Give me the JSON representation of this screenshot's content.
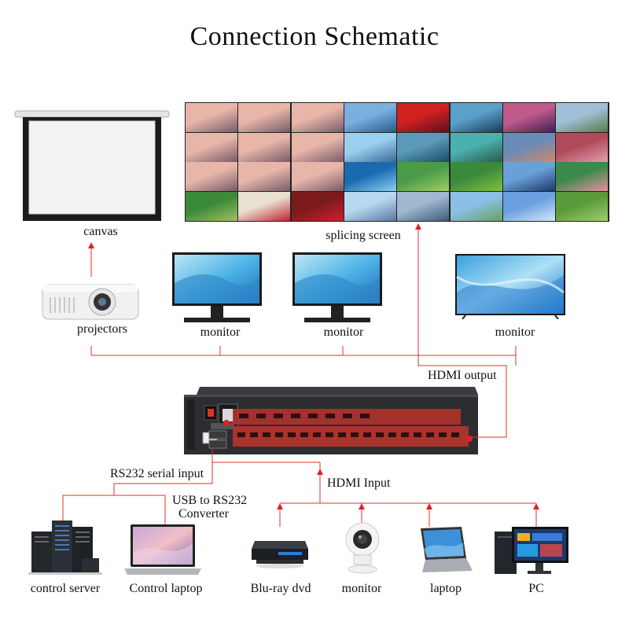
{
  "title": "Connection Schematic",
  "labels": {
    "canvas": "canvas",
    "splicing_screen": "splicing screen",
    "projectors": "projectors",
    "monitor_1": "monitor",
    "monitor_2": "monitor",
    "monitor_3": "monitor",
    "hdmi_output": "HDMI output",
    "rs232_input": "RS232 serial input",
    "usb_converter_line1": "USB to RS232",
    "usb_converter_line2": "Converter",
    "hdmi_input": "HDMI Input",
    "control_server": "control server",
    "control_laptop": "Control laptop",
    "bluray": "Blu-ray dvd",
    "monitor_camera": "monitor",
    "laptop": "laptop",
    "pc": "PC"
  },
  "colors": {
    "wire": "#e0302a",
    "arrow": "#e0202a",
    "matrix_body": "#2b2d31",
    "matrix_panel": "#b8342c"
  },
  "icons": {
    "screen": "projection-screen-icon",
    "projector": "projector-icon",
    "monitor": "monitor-icon",
    "tv": "tv-icon",
    "matrix": "video-matrix-switcher-icon",
    "server": "server-rack-icon",
    "laptop": "laptop-icon",
    "bluray": "bluray-player-icon",
    "camera": "security-camera-icon",
    "pc": "desktop-pc-icon"
  }
}
